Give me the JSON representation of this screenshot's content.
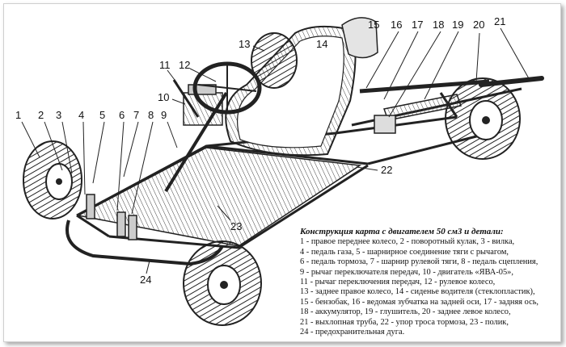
{
  "caption": {
    "title": "Конструкция карта с двигателем 50 см3 и детали:",
    "lines": [
      "1 - правое переднее колесо, 2 - поворотный кулак, 3 - вилка,",
      "4 - педаль газа, 5 - шарнирное соединение тяги с рычагом,",
      "6 - педаль тормоза, 7 - шарнир рулевой тяги, 8 - педаль сцепления,",
      "9 - рычаг переключателя передач, 10 - двигатель «ЯВА-05»,",
      "11 - рычаг переключения передач, 12 - рулевое колесо,",
      "13 - заднее правое колесо, 14 - сиденье водителя (стеклопластик),",
      "15 - бензобак, 16 - ведомая зубчатка на задней оси, 17 - задняя ось,",
      "18 - аккумулятор, 19 - глушитель, 20 - заднее левое колесо,",
      "21 - выхлопная труба, 22 - упор троса тормоза, 23 - полик,",
      "24 - предохранительная дуга."
    ]
  },
  "callouts": [
    "1",
    "2",
    "3",
    "4",
    "5",
    "6",
    "7",
    "8",
    "9",
    "10",
    "11",
    "12",
    "13",
    "14",
    "15",
    "16",
    "17",
    "18",
    "19",
    "20",
    "21",
    "22",
    "23",
    "24"
  ]
}
